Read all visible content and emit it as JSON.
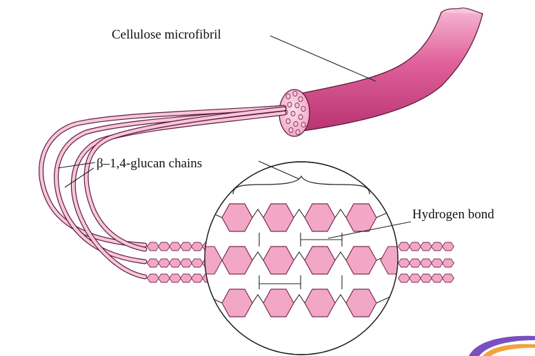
{
  "labels": {
    "microfibril": "Cellulose microfibril",
    "glucan_chains": "β–1,4-glucan chains",
    "hydrogen_bond": "Hydrogen bond"
  },
  "colors": {
    "fiber_pink": "#e87fae",
    "fiber_light": "#f7c6dc",
    "hexagon_fill": "#f2a7c6",
    "hexagon_stroke": "#7a2a4c",
    "line": "#222222",
    "logo_purple": "#7a4fbf",
    "logo_orange": "#f2a33a"
  },
  "icons": {
    "corner_logo": "swoosh-logo-icon"
  }
}
